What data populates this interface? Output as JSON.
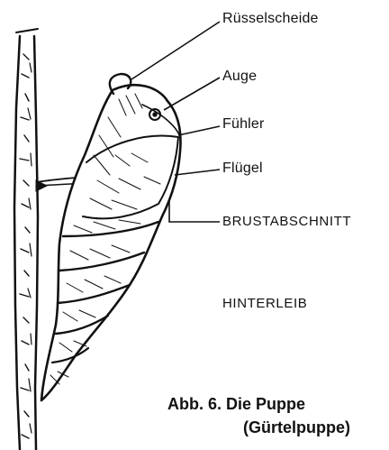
{
  "labels": {
    "proboscis_sheath": "Rüsselscheide",
    "eye": "Auge",
    "antenna": "Fühler",
    "wing": "Flügel",
    "thorax": "BRUSTABSCHNITT",
    "abdomen": "HINTERLEIB"
  },
  "caption": {
    "line1": "Abb. 6. Die Puppe",
    "line2": "(Gürtelpuppe)"
  },
  "colors": {
    "ink": "#111111",
    "paper": "#ffffff"
  }
}
